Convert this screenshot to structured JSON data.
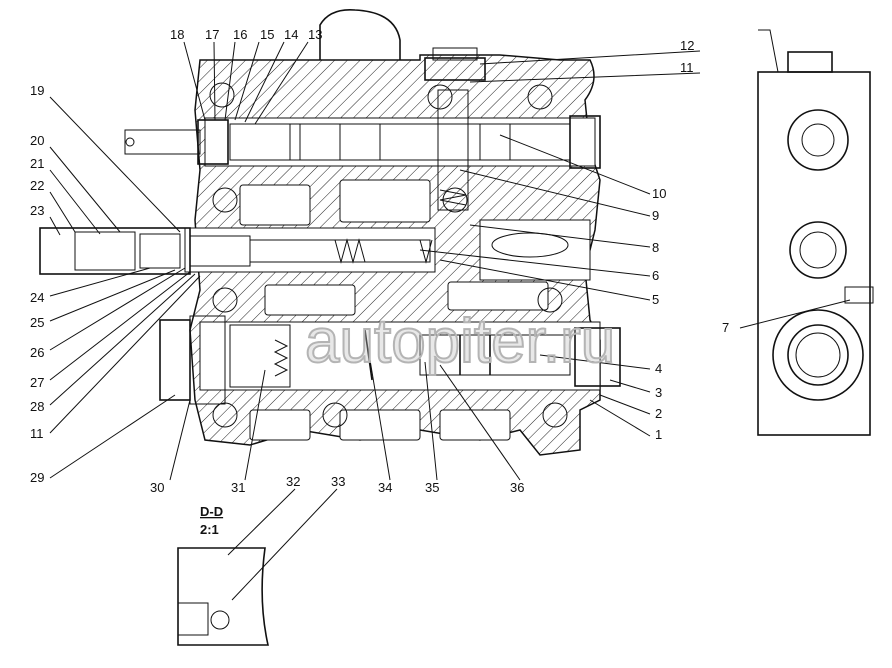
{
  "watermark": "autopiter.ru",
  "section": {
    "title": "D-D",
    "scale": "2:1"
  },
  "labels": {
    "top": [
      "18",
      "17",
      "16",
      "15",
      "14",
      "13"
    ],
    "top_right": [
      "12",
      "11"
    ],
    "right": [
      "10",
      "9",
      "8",
      "6",
      "5",
      "7",
      "4",
      "3",
      "2",
      "1"
    ],
    "left": [
      "19",
      "20",
      "21",
      "22",
      "23",
      "24",
      "25",
      "26",
      "27",
      "28",
      "11",
      "29"
    ],
    "bottom": [
      "30",
      "31",
      "34",
      "35",
      "36"
    ],
    "detail": [
      "32",
      "33"
    ]
  }
}
